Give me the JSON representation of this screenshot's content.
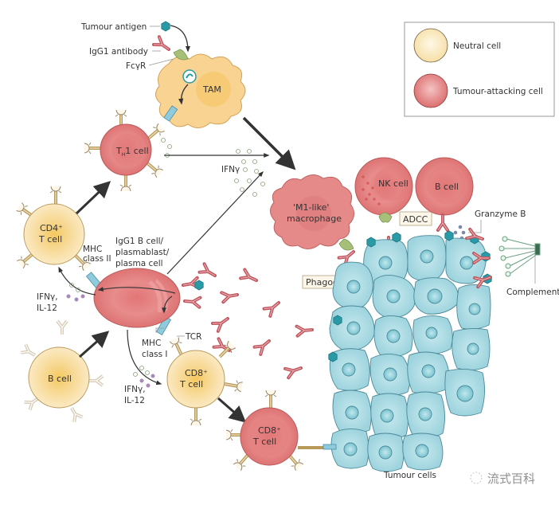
{
  "colors": {
    "neutral_fill": "#f9e3b0",
    "neutral_core": "#f4cc6e",
    "attack_fill": "#e78b8b",
    "attack_core": "#dc6b6b",
    "tumour_fill": "#a9dbe4",
    "tumour_nucleus": "#7cc6d2",
    "antibody": "#c0565e",
    "antigen": "#2a9aa6",
    "fcr": "#a6c07a",
    "arrow": "#333333",
    "ifng_dot": "#c6d6b8",
    "il12_dot": "#a68ab8",
    "granzyme_dot": "#7b8aa8",
    "receptor": "#c8a86a"
  },
  "legend": {
    "items": [
      {
        "label": "Neutral cell",
        "kind": "neutral"
      },
      {
        "label": "Tumour-attacking cell",
        "kind": "attack"
      }
    ]
  },
  "labels": {
    "tumour_antigen": "Tumour antigen",
    "igg1_antibody": "IgG1 antibody",
    "fcgr": "FcγR",
    "tam": "TAM",
    "th1_cell_main": "T",
    "th1_cell_sub": "H",
    "th1_cell_rest": "1 cell",
    "ifng_top": "IFNγ",
    "cd4_line1": "CD4⁺",
    "cd4_line2": "T cell",
    "mhc2_line1": "MHC",
    "mhc2_line2": "class II",
    "igg1b_line1": "IgG1 B cell/",
    "igg1b_line2": "plasmablast/",
    "igg1b_line3": "plasma cell",
    "ifng_il12_left_1": "IFNγ,",
    "ifng_il12_left_2": "IL-12",
    "m1_line1": "'M1-like'",
    "m1_line2": "macrophage",
    "nk_cell": "NK cell",
    "b_cell_attack": "B cell",
    "adcc": "ADCC",
    "granzyme_b": "Granzyme B",
    "phagocytosis": "Phagocytosis",
    "complement": "Complement",
    "tcr": "TCR",
    "mhc1_line1": "MHC",
    "mhc1_line2": "class I",
    "b_cell_neutral": "B cell",
    "ifng_il12_bottom_1": "IFNγ,",
    "ifng_il12_bottom_2": "IL-12",
    "cd8_neutral_line1": "CD8⁺",
    "cd8_neutral_line2": "T cell",
    "cd8_attack_line1": "CD8⁺",
    "cd8_attack_line2": "T cell",
    "tumour_cells": "Tumour cells",
    "watermark": "流式百科"
  }
}
